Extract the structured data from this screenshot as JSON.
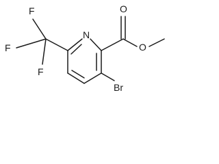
{
  "molecule": {
    "atoms": {
      "F1": "F",
      "F2": "F",
      "F3": "F",
      "N": "N",
      "O_carbonyl": "O",
      "O_ester": "O",
      "Br": "Br"
    }
  },
  "colors": {
    "bond": "#1a1a1a",
    "label": "#1a1a1a",
    "background": "#ffffff"
  }
}
